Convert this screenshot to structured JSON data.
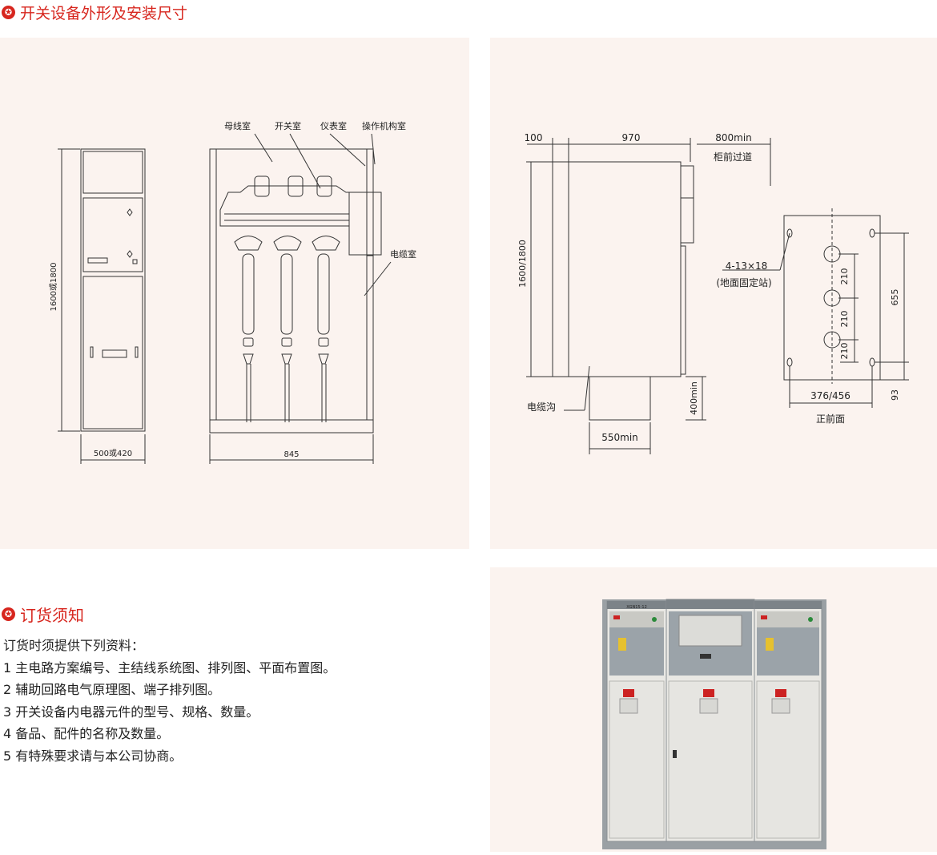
{
  "section1": {
    "title": "开关设备外形及安装尺寸",
    "star_icon": "star-badge-icon"
  },
  "section2": {
    "title": "订货须知",
    "star_icon": "star-badge-icon"
  },
  "drawing_side": {
    "height_dim": "1600或1800",
    "width_dim": "500或420",
    "depth_dim": "845",
    "labels": {
      "busbar": "母线室",
      "switch": "开关室",
      "instrument": "仪表室",
      "mechanism": "操作机构室",
      "cable": "电缆室"
    }
  },
  "drawing_install": {
    "dim_100": "100",
    "dim_970": "970",
    "dim_800min": "800min",
    "front_passage": "柜前过道",
    "dim_1600_1800": "1600/1800",
    "cable_trench": "电缆沟",
    "dim_400min": "400min",
    "dim_550min": "550min",
    "holes": "4-13×18",
    "holes_note": "(地面固定站)",
    "dim_210a": "210",
    "dim_210b": "210",
    "dim_210c": "210",
    "dim_655": "655",
    "dim_376_456": "376/456",
    "dim_93": "93",
    "front_view": "正前面"
  },
  "photo": {
    "panel_label": "XGN15-12"
  },
  "notes": {
    "intro": "订货时须提供下列资料：",
    "items": [
      "1 主电路方案编号、主结线系统图、排列图、平面布置图。",
      "2 辅助回路电气原理图、端子排列图。",
      "3 开关设备内电器元件的型号、规格、数量。",
      "4 备品、配件的名称及数量。",
      "5 有特殊要求请与本公司协商。"
    ]
  },
  "colors": {
    "accent": "#d7261e",
    "panel_bg": "#fbf3ef",
    "line": "#333333"
  }
}
